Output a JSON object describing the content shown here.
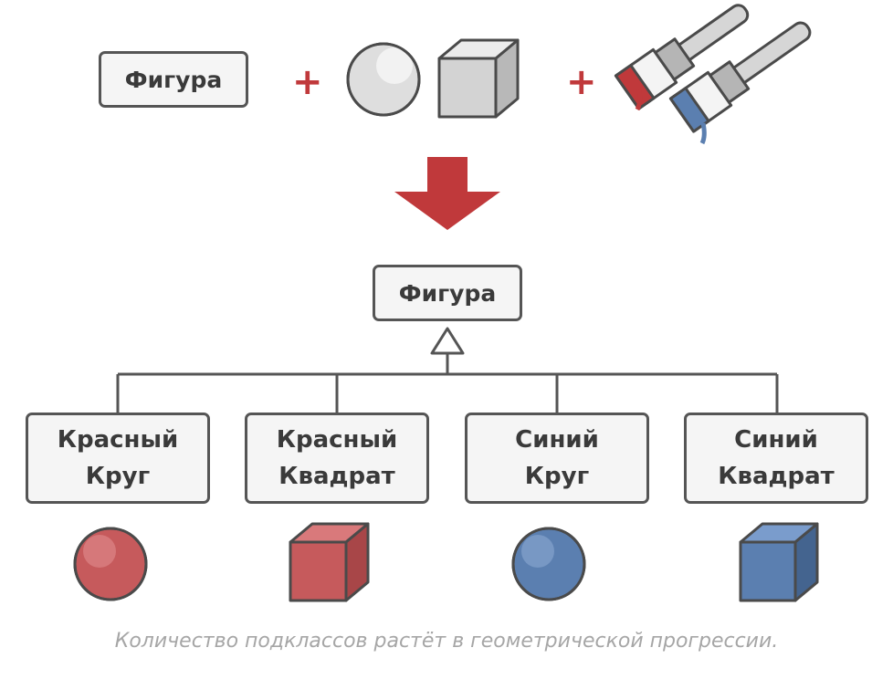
{
  "top_row": {
    "shape_label": "Фигура",
    "plus_sign": "+",
    "icons": [
      "sphere-icon",
      "cube-icon",
      "paintbrushes-icon"
    ]
  },
  "hierarchy": {
    "parent_label": "Фигура",
    "children": [
      {
        "line1": "Красный",
        "line2": "Круг",
        "icon": "red-sphere-icon"
      },
      {
        "line1": "Красный",
        "line2": "Квадрат",
        "icon": "red-cube-icon"
      },
      {
        "line1": "Синий",
        "line2": "Круг",
        "icon": "blue-sphere-icon"
      },
      {
        "line1": "Синий",
        "line2": "Квадрат",
        "icon": "blue-cube-icon"
      }
    ]
  },
  "caption": "Количество подклассов растёт в геометрической прогрессии.",
  "colors": {
    "accent_red": "#c0393b",
    "shape_red": "#c65a5c",
    "shape_blue": "#5b7fb0",
    "shape_gray": "#dcdcdc",
    "outline": "#4a4a4a"
  }
}
